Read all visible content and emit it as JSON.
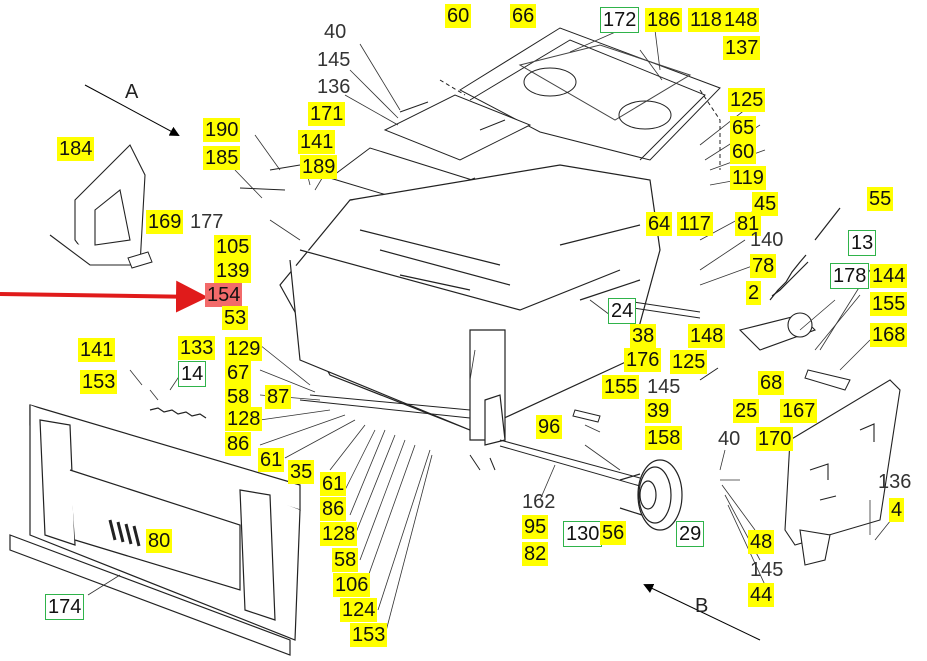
{
  "view_labels": {
    "a": "A",
    "b": "B"
  },
  "colors": {
    "highlight": "#ffff00",
    "boxed_border": "#2fb34a",
    "focus_highlight": "#f26a6a",
    "arrow": "#e01b1b"
  },
  "part_labels": {
    "l60a": "60",
    "l66": "66",
    "l172": "172",
    "l186": "186",
    "l118": "118",
    "l148a": "148",
    "l137": "137",
    "l40a": "40",
    "l145a": "145",
    "l136a": "136",
    "l171": "171",
    "l141a": "141",
    "l189": "189",
    "l190": "190",
    "l185": "185",
    "l184": "184",
    "l169": "169",
    "l177": "177",
    "l105": "105",
    "l139": "139",
    "l154": "154",
    "l53": "53",
    "l125a": "125",
    "l65": "65",
    "l60b": "60",
    "l119": "119",
    "l45": "45",
    "l55": "55",
    "l64": "64",
    "l117": "117",
    "l81": "81",
    "l140": "140",
    "l13": "13",
    "l78": "78",
    "l178": "178",
    "l144": "144",
    "l2": "2",
    "l155a": "155",
    "l168": "168",
    "l24": "24",
    "l38": "38",
    "l148b": "148",
    "l176": "176",
    "l125b": "125",
    "l141b": "141",
    "l133": "133",
    "l153a": "153",
    "l14": "14",
    "l129": "129",
    "l67": "67",
    "l58a": "58",
    "l87": "87",
    "l128a": "128",
    "l86a": "86",
    "l61a": "61",
    "l35": "35",
    "l61b": "61",
    "l86b": "86",
    "l128b": "128",
    "l58b": "58",
    "l106": "106",
    "l124": "124",
    "l153b": "153",
    "l155b": "155",
    "l145b": "145",
    "l96": "96",
    "l39": "39",
    "l158": "158",
    "l68": "68",
    "l25": "25",
    "l167": "167",
    "l40b": "40",
    "l170": "170",
    "l162": "162",
    "l95": "95",
    "l82": "82",
    "l130": "130",
    "l56": "56",
    "l29": "29",
    "l136b": "136",
    "l4": "4",
    "l48": "48",
    "l145c": "145",
    "l44": "44",
    "l80": "80",
    "l174": "174"
  }
}
